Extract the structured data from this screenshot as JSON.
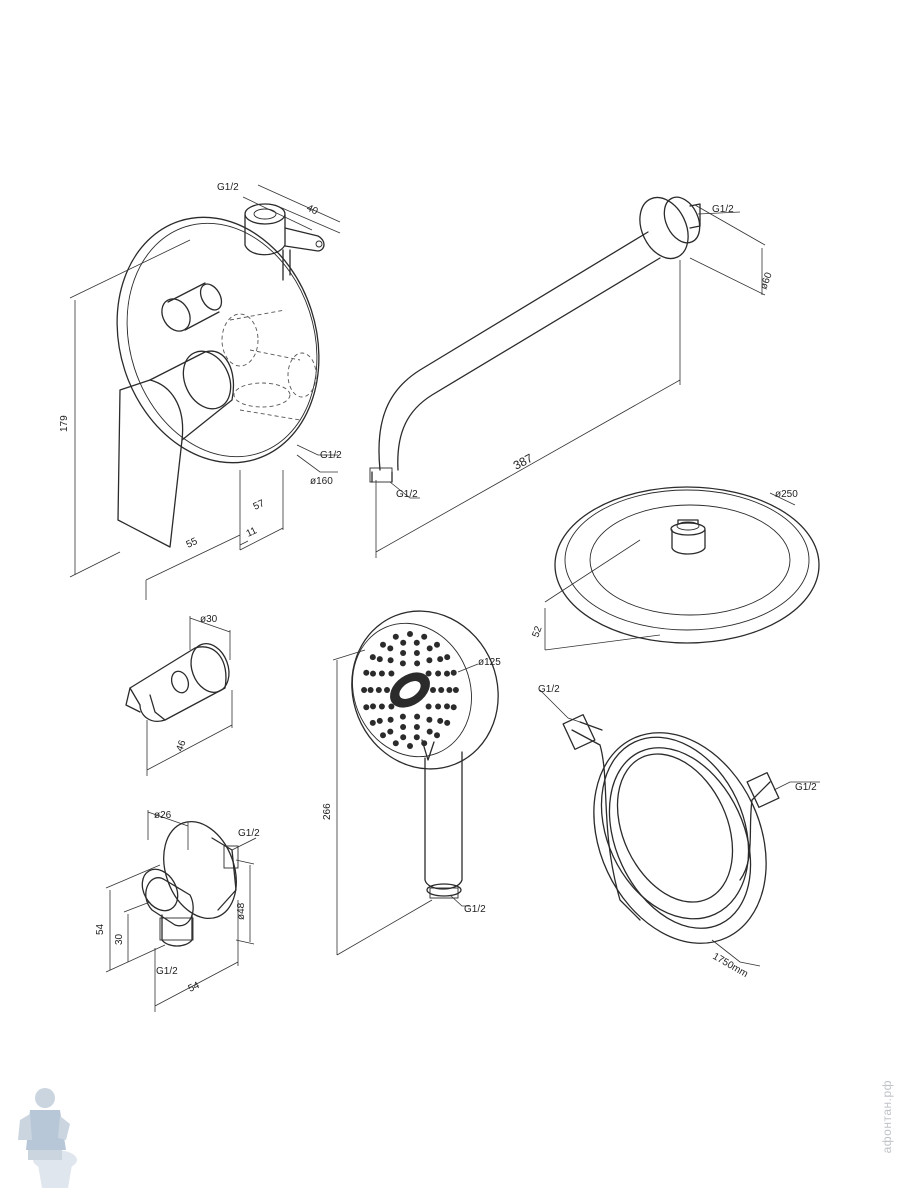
{
  "labels": {
    "mixer_inlet_top": "G1/2",
    "mixer_depth_40": "40",
    "mixer_height_179": "179",
    "mixer_outlet": "G1/2",
    "mixer_plate_dia": "ø160",
    "mixer_57": "57",
    "mixer_11": "11",
    "mixer_55": "55",
    "arm_thread_top": "G1/2",
    "arm_flange_dia": "ø60",
    "arm_length": "387",
    "arm_thread_bottom": "G1/2",
    "head_dia": "ø250",
    "head_height": "52",
    "holder_dia": "ø30",
    "holder_46": "46",
    "hand_dia": "ø125",
    "hand_length": "266",
    "hand_thread": "G1/2",
    "elbow_dia26": "ø26",
    "elbow_thread_top": "G1/2",
    "elbow_54v": "54",
    "elbow_30": "30",
    "elbow_dia48": "ø48",
    "elbow_thread_bottom": "G1/2",
    "elbow_54h": "54",
    "hose_thread_left": "G1/2",
    "hose_thread_right": "G1/2",
    "hose_length": "1750mm"
  },
  "watermark": "aфонтан.рф",
  "icons": {
    "logo": "plumber-mascot-icon"
  }
}
